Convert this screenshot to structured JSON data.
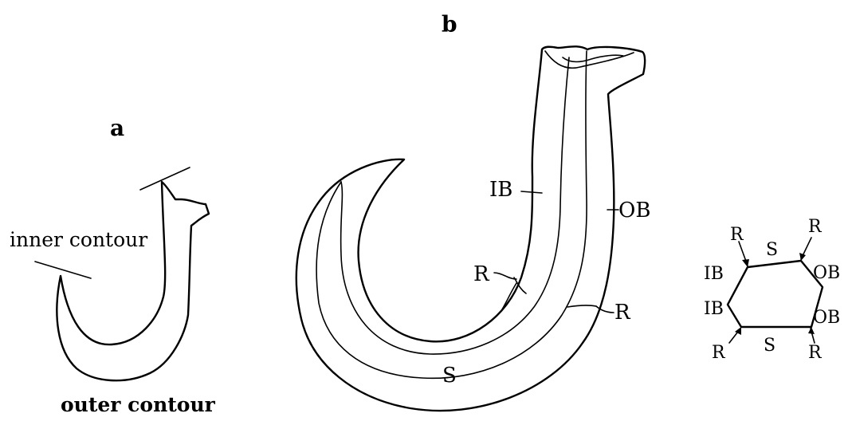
{
  "panel_a": {
    "label": "a",
    "inner_contour_label": "inner contour",
    "outer_contour_label": "outer contour"
  },
  "panel_b": {
    "label": "b",
    "labels": {
      "inner_band": "IB",
      "outer_band": "OB",
      "ridge_left": "R",
      "ridge_right": "R",
      "shaft": "S"
    }
  },
  "schematic": {
    "top_left_r": "R",
    "top_right_r": "R",
    "top_s": "S",
    "ib_upper": "IB",
    "ib_lower": "IB",
    "ob_upper": "OB",
    "ob_lower": "OB",
    "bottom_left_r": "R",
    "bottom_s": "S",
    "bottom_right_r": "R"
  },
  "colors": {
    "ink": "#000000",
    "background": "#ffffff"
  }
}
